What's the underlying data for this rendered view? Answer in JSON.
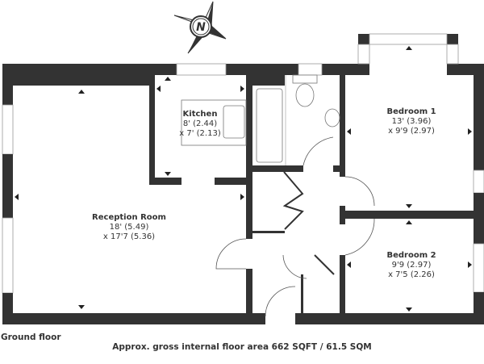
{
  "compass": {
    "label": "N"
  },
  "rooms": {
    "kitchen": {
      "name": "Kitchen",
      "dim1": "8' (2.44)",
      "dim2": "x 7' (2.13)"
    },
    "reception": {
      "name": "Reception Room",
      "dim1": "18' (5.49)",
      "dim2": "x 17'7 (5.36)"
    },
    "bedroom1": {
      "name": "Bedroom 1",
      "dim1": "13' (3.96)",
      "dim2": "x 9'9 (2.97)"
    },
    "bedroom2": {
      "name": "Bedroom 2",
      "dim1": "9'9 (2.97)",
      "dim2": "x 7'5 (2.26)"
    }
  },
  "footer": {
    "floor": "Ground floor",
    "area": "Approx. gross internal floor area 662 SQFT / 61.5 SQM"
  },
  "colors": {
    "wall": "#333333",
    "text": "#333333"
  }
}
